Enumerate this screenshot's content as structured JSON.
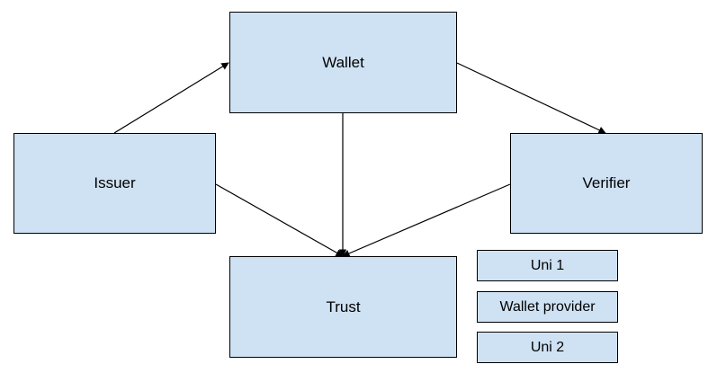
{
  "nodes": {
    "wallet": "Wallet",
    "issuer": "Issuer",
    "verifier": "Verifier",
    "trust": "Trust"
  },
  "legend": [
    "Uni 1",
    "Wallet provider",
    "Uni 2"
  ],
  "edges": [
    {
      "from": "Issuer",
      "to": "Wallet"
    },
    {
      "from": "Wallet",
      "to": "Verifier"
    },
    {
      "from": "Wallet",
      "to": "Trust"
    },
    {
      "from": "Issuer",
      "to": "Trust"
    },
    {
      "from": "Verifier",
      "to": "Trust"
    }
  ],
  "colors": {
    "box_fill": "#cfe2f3",
    "stroke": "#000000"
  }
}
